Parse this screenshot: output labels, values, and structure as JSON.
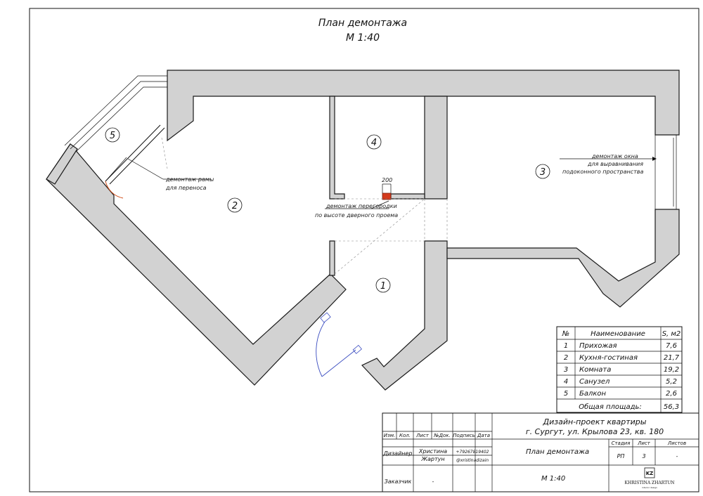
{
  "title": {
    "line1": "План демонтажа",
    "line2": "М 1:40"
  },
  "rooms": [
    {
      "num": "1"
    },
    {
      "num": "2"
    },
    {
      "num": "3"
    },
    {
      "num": "4"
    },
    {
      "num": "5"
    }
  ],
  "notes": {
    "frame_1": "демонтаж рамы",
    "frame_2": "для переноса",
    "partition_1": "демонтаж перегородки",
    "partition_2": "по высоте дверного проема",
    "window_1": "демонтаж окна",
    "window_2": "для выравнивания",
    "window_3": "подоконного пространства",
    "dimension": "200"
  },
  "area_table": {
    "headers": [
      "№",
      "Наименование",
      "S, м2"
    ],
    "rows": [
      {
        "num": "1",
        "name": "Прихожая",
        "area": "7,6"
      },
      {
        "num": "2",
        "name": "Кухня-гостиная",
        "area": "21,7"
      },
      {
        "num": "3",
        "name": "Комната",
        "area": "19,2"
      },
      {
        "num": "4",
        "name": "Санузел",
        "area": "5,2"
      },
      {
        "num": "5",
        "name": "Балкон",
        "area": "2,6"
      }
    ],
    "total_label": "Общая площадь:",
    "total_value": "56,3"
  },
  "title_block": {
    "project_1": "Дизайн-проект квартиры",
    "project_2": "г. Сургут, ул. Крылова 23, кв. 180",
    "col_headers": [
      "Изм.",
      "Кол.",
      "Лист",
      "№Док.",
      "Подпись",
      "Дата"
    ],
    "designer_label": "Дизайнер",
    "designer_name_1": "Христина",
    "designer_name_2": "Жартун",
    "phone": "+79267819402",
    "instagram": "@xristinadizain",
    "sheet_name": "План демонтажа",
    "stage_label": "Стадия",
    "sheet_label": "Лист",
    "sheets_label": "Листов",
    "stage_value": "РП",
    "sheet_value": "3",
    "sheets_value": "-",
    "client_label": "Заказчик",
    "client_value": "-",
    "scale": "М 1:40",
    "logo_mark": "KZ",
    "logo_text": "KHRISTINA ZHARTUN",
    "logo_sub": "interior design"
  }
}
